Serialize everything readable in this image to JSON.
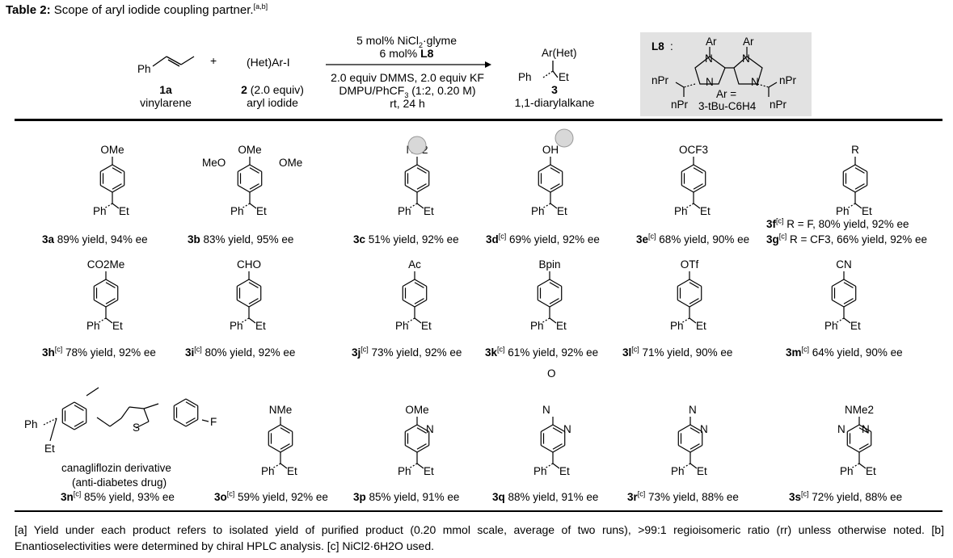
{
  "title": {
    "label": "Table 2:",
    "text": "Scope of aryl iodide coupling partner.",
    "sup": "[a,b]"
  },
  "scheme": {
    "sub1_struct": "Ph",
    "sub1_id": "1a",
    "sub1_name": "vinylarene",
    "plus": "+",
    "sub2_struct": "(Het)Ar-I",
    "sub2_id": "2",
    "sub2_equiv": " (2.0 equiv)",
    "sub2_name": "aryl iodide",
    "cond1_a": "5 mol% NiCl",
    "cond1_b": "2",
    "cond1_c": "·glyme",
    "cond2_a": "6 mol% ",
    "cond2_b": "L8",
    "cond3": "2.0 equiv DMMS, 2.0 equiv KF",
    "cond4_a": "DMPU/PhCF",
    "cond4_b": "3",
    "cond4_c": " (1:2, 0.20 M)",
    "cond5": "rt, 24 h",
    "prod_arhet": "Ar(Het)",
    "prod_ph": "Ph",
    "prod_et": "Et",
    "prod_id": "3",
    "prod_name": "1,1-diarylalkane"
  },
  "ligand": {
    "label": "L8",
    "colon": ":",
    "ar1": "Ar",
    "ar2": "Ar",
    "n1": "N",
    "n2": "N",
    "n3": "N",
    "n4": "N",
    "npr1": "nPr",
    "npr2": "nPr",
    "npr3": "nPr",
    "npr4": "nPr",
    "ar_def": "Ar =",
    "ar_sub": "3-tBu-C6H4"
  },
  "entries": [
    {
      "id": "3a",
      "sup": "",
      "text": " 89% yield, 94% ee",
      "sub": "OMe"
    },
    {
      "id": "3b",
      "sup": "",
      "text": " 83% yield, 95% ee",
      "sub": "OMe",
      "sub2": "MeO",
      "sub3": "OMe"
    },
    {
      "id": "3c",
      "sup": "",
      "text": " 51% yield, 92% ee",
      "sub": "NH2"
    },
    {
      "id": "3d",
      "sup": "[c]",
      "text": " 69% yield, 92% ee",
      "sub": "OH"
    },
    {
      "id": "3e",
      "sup": "[c]",
      "text": " 68% yield, 90% ee",
      "sub": "OCF3"
    },
    {
      "id": "3f",
      "sup": "[c]",
      "text": " R = F, 80% yield, 92% ee",
      "sub": "R"
    },
    {
      "id": "3g",
      "sup": "[c]",
      "text": " R = CF3, 66% yield, 92% ee"
    },
    {
      "id": "3h",
      "sup": "[c]",
      "text": " 78% yield, 92% ee",
      "sub": "CO2Me"
    },
    {
      "id": "3i",
      "sup": "[c]",
      "text": " 80% yield, 92% ee",
      "sub": "CHO"
    },
    {
      "id": "3j",
      "sup": "[c]",
      "text": " 73% yield, 92% ee",
      "sub": "Ac"
    },
    {
      "id": "3k",
      "sup": "[c]",
      "text": " 61% yield, 92% ee",
      "sub": "Bpin"
    },
    {
      "id": "3l",
      "sup": "[c]",
      "text": " 71% yield, 90% ee",
      "sub": "OTf"
    },
    {
      "id": "3m",
      "sup": "[c]",
      "text": " 64% yield, 90% ee",
      "sub": "CN"
    },
    {
      "id": "3n",
      "sup": "[c]",
      "text": " 85% yield, 93% ee",
      "note1": "canagliflozin derivative",
      "note2": "(anti-diabetes drug)",
      "s": "S",
      "f": "F"
    },
    {
      "id": "3o",
      "sup": "[c]",
      "text": " 59% yield, 92% ee",
      "sub": "NMe"
    },
    {
      "id": "3p",
      "sup": "",
      "text": " 85% yield, 91% ee",
      "sub": "OMe",
      "n": "N"
    },
    {
      "id": "3q",
      "sup": "",
      "text": " 88% yield, 91% ee",
      "o": "O",
      "n": "N",
      "n2": "N"
    },
    {
      "id": "3r",
      "sup": "[c]",
      "text": " 73% yield, 88% ee",
      "n": "N",
      "n2": "N"
    },
    {
      "id": "3s",
      "sup": "[c]",
      "text": " 72% yield, 88% ee",
      "sub": "NMe2",
      "n": "N",
      "n2": "N"
    }
  ],
  "ph": "Ph",
  "et": "Et",
  "footnote": "[a] Yield under each product refers to isolated yield of purified product (0.20 mmol scale, average of two runs), >99:1 regioisomeric ratio (rr) unless otherwise noted. [b] Enantioselectivities were determined by chiral HPLC analysis. [c] NiCl2·6H2O used."
}
